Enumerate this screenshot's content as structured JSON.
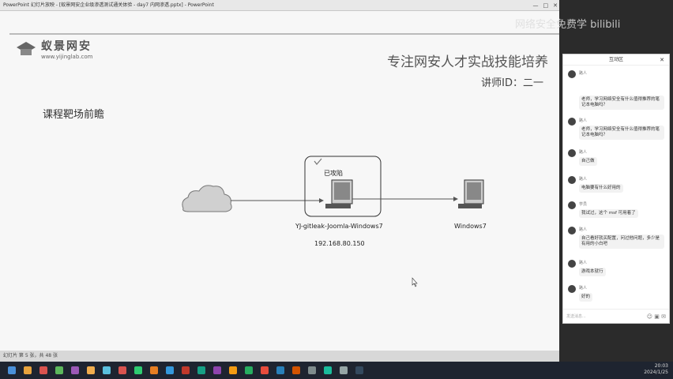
{
  "window": {
    "title": "PowerPoint 幻灯片放映 - [蚁景网安企业级渗透测试通关体验 - day7 内网渗透.pptx] - PowerPoint",
    "controls": [
      "—",
      "□",
      "✕"
    ]
  },
  "slide": {
    "logo_cn": "蚁景网安",
    "logo_url": "www.yijinglab.com",
    "tagline": "专注网安人才实战技能培养",
    "lecturer": "讲师ID：二一",
    "section_title": "课程靶场前瞻",
    "attacked_label": "已攻陷",
    "host1_label": "YJ-gitleak-Joomla-Windows7",
    "host1_ip": "192.168.80.150",
    "host2_label": "Windows7"
  },
  "statusbar": {
    "text": "幻灯片 第 5 张，共 48 张"
  },
  "watermark": "网络安全免费学 bilibili",
  "chat": {
    "title": "互动区",
    "close": "✕",
    "footer_placeholder": "发送消息...",
    "footer_icons": "☺ ▣ ✉",
    "messages": [
      {
        "name": "路人",
        "text": ""
      },
      {
        "name": "",
        "text": "老师，学习网络安全有什么值得推荐的笔记本电脑吗？"
      },
      {
        "name": "路人",
        "text": "老师，学习网络安全有什么值得推荐的笔记本电脑吗？"
      },
      {
        "name": "路人",
        "text": "自己做"
      },
      {
        "name": "路人",
        "text": "电脑要有什么好用的"
      },
      {
        "name": "学员",
        "text": "我试过，这个 msf 可用着了"
      },
      {
        "name": "路人",
        "text": "自己看好就买配置，问过他问题，多少是有用的小白吧"
      },
      {
        "name": "路人",
        "text": "游戏本就行"
      },
      {
        "name": "路人",
        "text": "好的"
      }
    ]
  },
  "taskbar": {
    "time": "20:03",
    "date": "2024/1/25",
    "icons": [
      "#4a90d9",
      "#e8a33d",
      "#d9534f",
      "#5cb85c",
      "#9b59b6",
      "#f0ad4e",
      "#5bc0de",
      "#d9534f",
      "#2ecc71",
      "#e67e22",
      "#3498db",
      "#c0392b",
      "#16a085",
      "#8e44ad",
      "#f39c12",
      "#27ae60",
      "#e74c3c",
      "#2980b9",
      "#d35400",
      "#7f8c8d",
      "#1abc9c",
      "#95a5a6",
      "#34495e"
    ]
  }
}
